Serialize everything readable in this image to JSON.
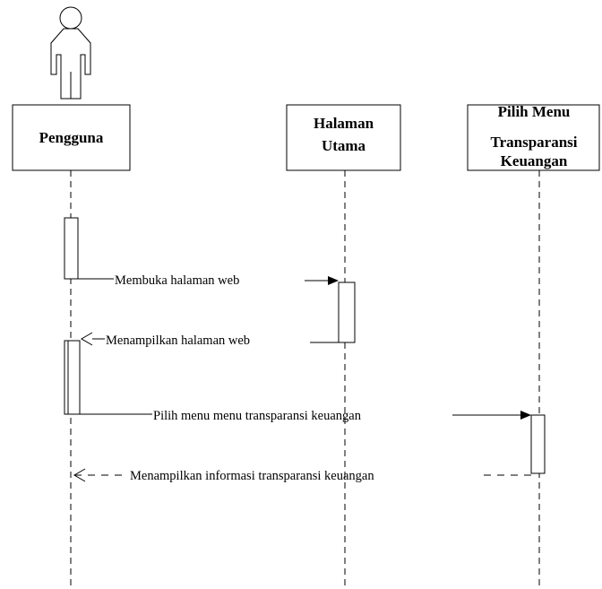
{
  "diagram": {
    "participants": [
      {
        "id": "pengguna",
        "kind": "actor",
        "label_lines": [
          "Pengguna"
        ]
      },
      {
        "id": "halaman-utama",
        "kind": "object",
        "label_lines": [
          "Halaman",
          "Utama"
        ]
      },
      {
        "id": "pilih-menu",
        "kind": "object",
        "label_lines": [
          "Pilih Menu",
          "Transparansi",
          "Keuangan"
        ]
      }
    ],
    "messages": [
      {
        "from": "pengguna",
        "to": "halaman-utama",
        "style": "solid",
        "label": "Membuka halaman web"
      },
      {
        "from": "halaman-utama",
        "to": "pengguna",
        "style": "return",
        "label": "Menampilkan halaman web"
      },
      {
        "from": "pengguna",
        "to": "pilih-menu",
        "style": "solid",
        "label": "Pilih menu menu transparansi keuangan"
      },
      {
        "from": "pilih-menu",
        "to": "pengguna",
        "style": "dashed-return",
        "label": "Menampilkan informasi transparansi keuangan"
      }
    ],
    "colors": {
      "line": "#000000",
      "background": "#ffffff"
    }
  }
}
